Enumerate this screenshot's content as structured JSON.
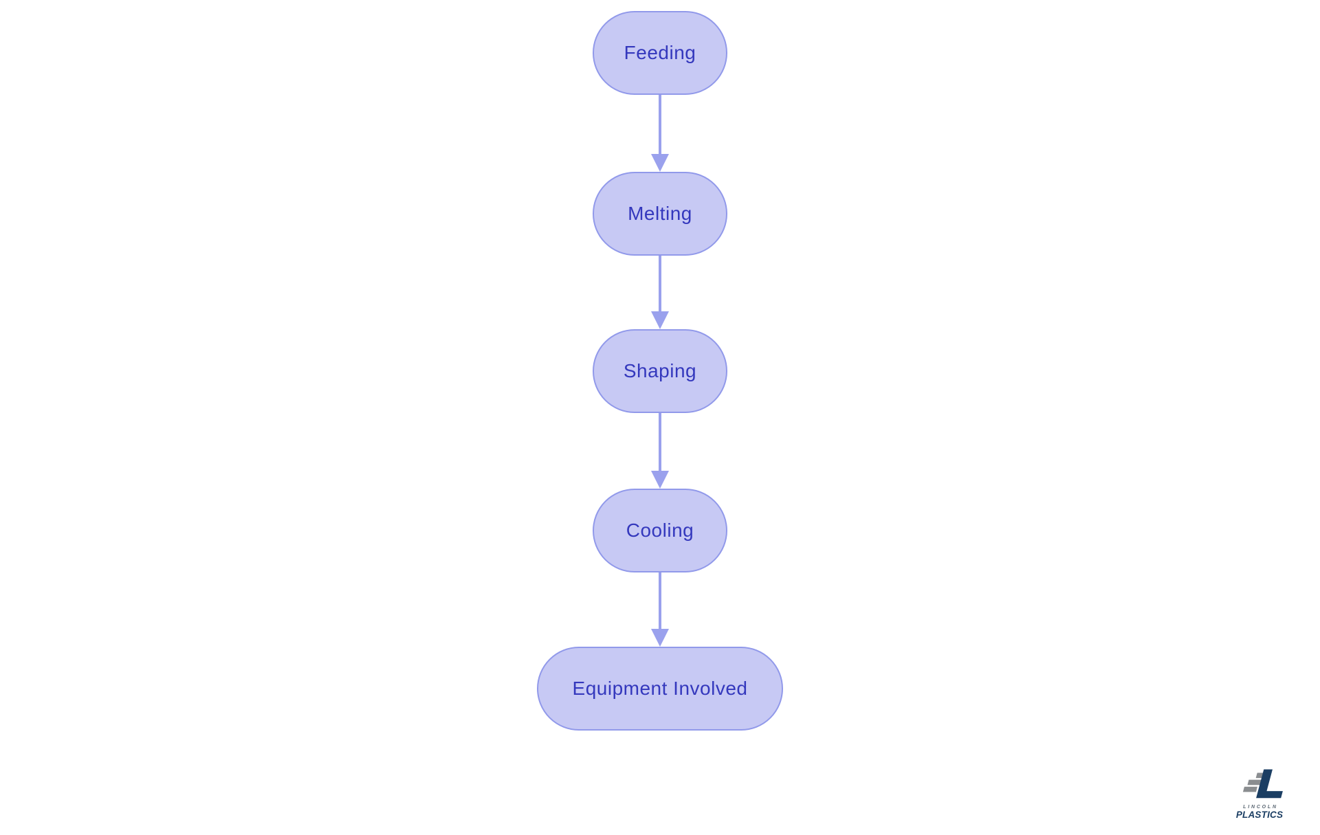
{
  "diagram": {
    "type": "flowchart",
    "direction": "top-down",
    "nodes": [
      {
        "id": "feeding",
        "label": "Feeding",
        "shape": "stadium"
      },
      {
        "id": "melting",
        "label": "Melting",
        "shape": "stadium"
      },
      {
        "id": "shaping",
        "label": "Shaping",
        "shape": "stadium"
      },
      {
        "id": "cooling",
        "label": "Cooling",
        "shape": "stadium"
      },
      {
        "id": "equipment-involved",
        "label": "Equipment Involved",
        "shape": "stadium"
      }
    ],
    "edges": [
      {
        "from": "feeding",
        "to": "melting",
        "style": "arrow"
      },
      {
        "from": "melting",
        "to": "shaping",
        "style": "arrow"
      },
      {
        "from": "shaping",
        "to": "cooling",
        "style": "arrow"
      },
      {
        "from": "cooling",
        "to": "equipment-involved",
        "style": "arrow"
      }
    ],
    "colors": {
      "node_fill": "#c7c9f4",
      "node_border": "#9199ea",
      "node_text": "#3438bd",
      "arrow": "#9aa1ed",
      "background": "#ffffff"
    }
  },
  "logo": {
    "icon": "lincoln-plastics-mark",
    "line1": "LINCOLN",
    "line2": "PLASTICS",
    "colors": {
      "navy": "#1b3e63",
      "gray": "#8a8d90"
    }
  }
}
